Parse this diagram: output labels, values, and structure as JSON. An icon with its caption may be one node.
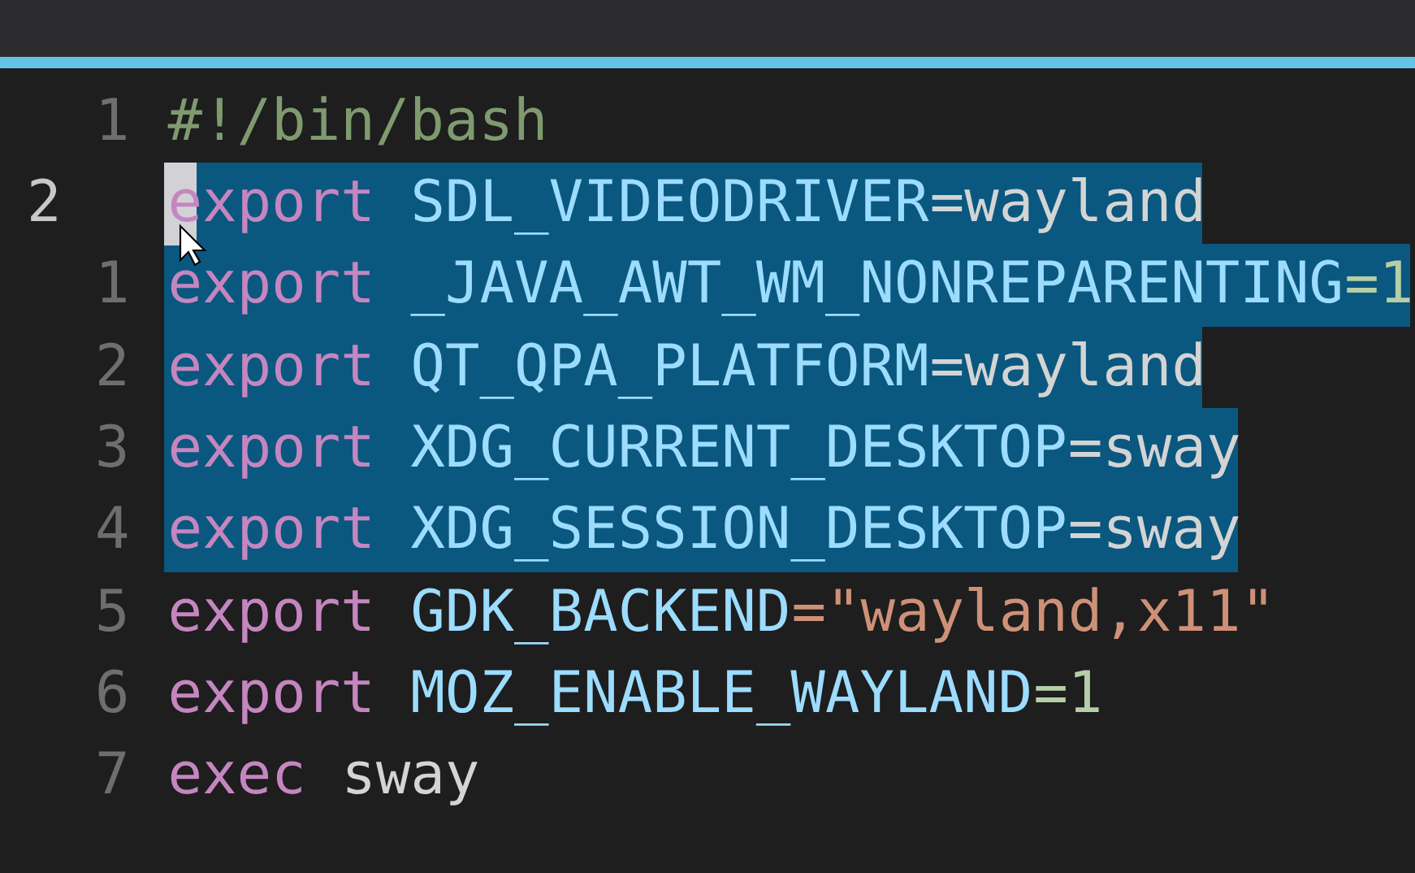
{
  "diagram": {
    "labels": [
      "1",
      "#!/bin/bash",
      "2",
      "export",
      "SDL_VIDEODRIVER",
      "=wayland",
      "1",
      "export",
      "_JAVA_AWT_WM_NONREPARENTING",
      "=1",
      "2",
      "export",
      "QT_QPA_PLATFORM",
      "=wayland",
      "3",
      "export",
      "XDG_CURRENT_DESKTOP",
      "=sway",
      "4",
      "export",
      "XDG_SESSION_DESKTOP",
      "=sway",
      "5",
      "export",
      "GDK_BACKEND",
      "=\"wayland,x11\"",
      "6",
      "export",
      "MOZ_ENABLE_WAYLAND",
      "=1",
      "7",
      "exec",
      "sway"
    ]
  }
}
